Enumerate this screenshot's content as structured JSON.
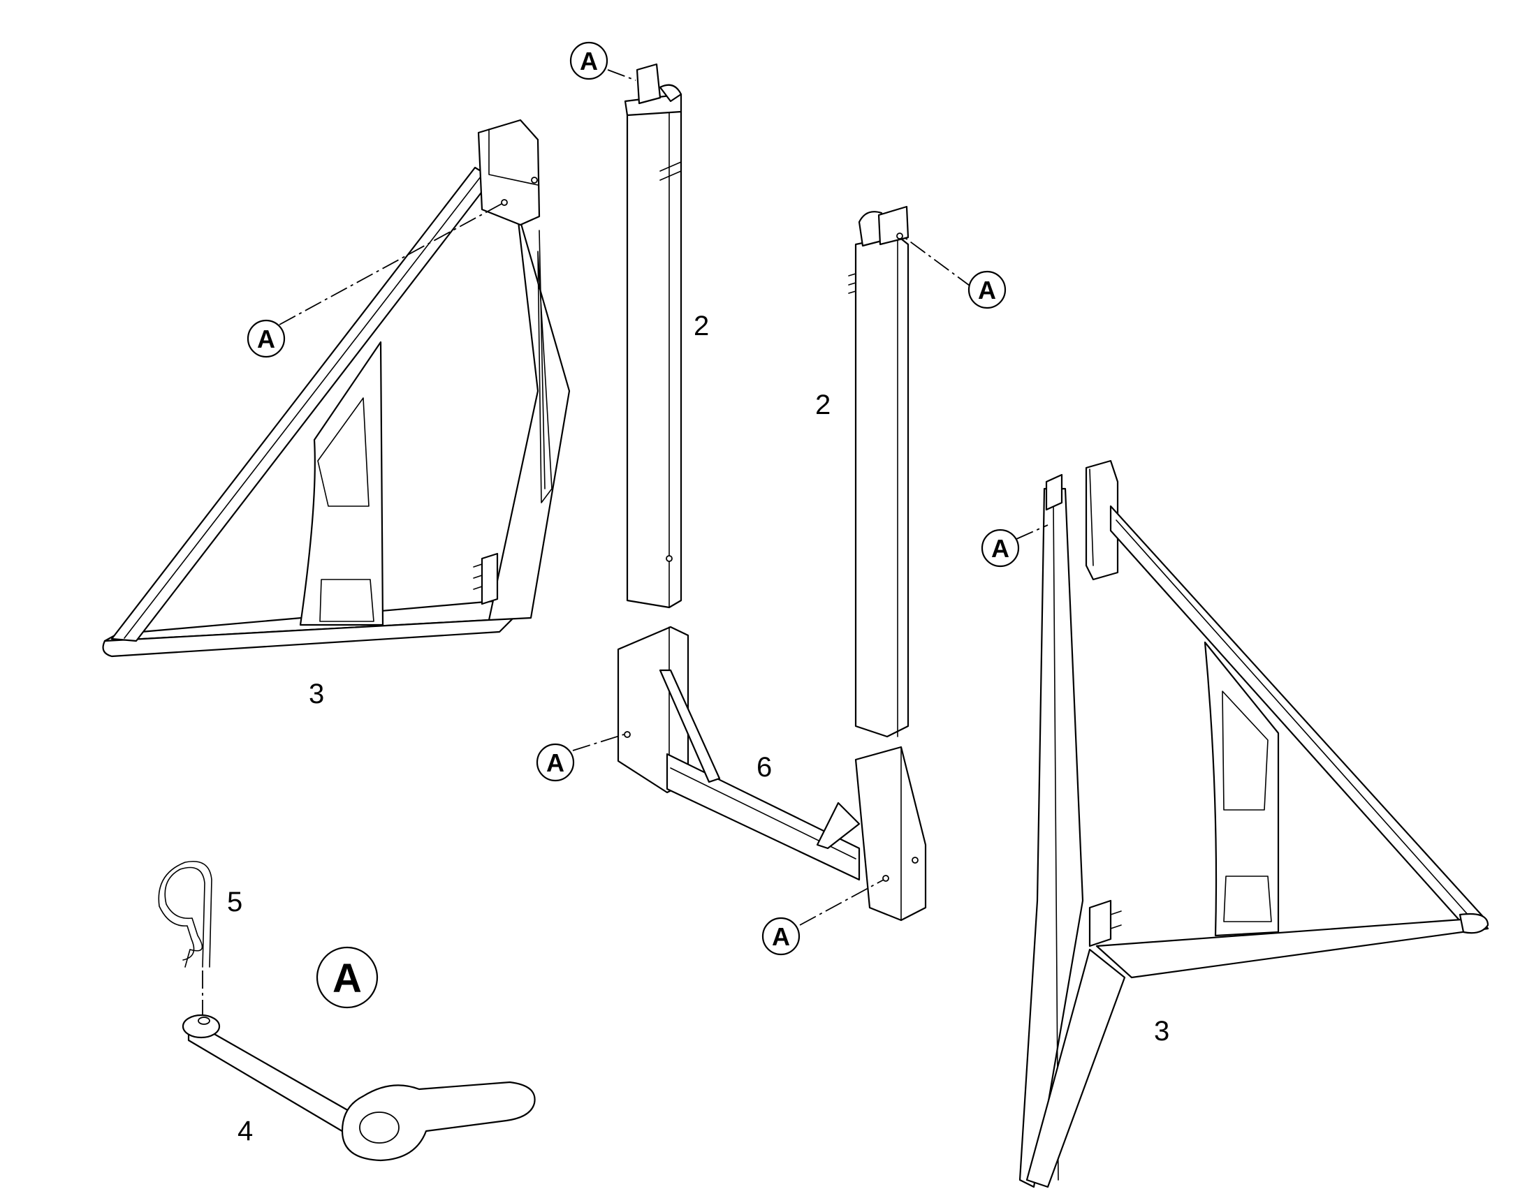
{
  "callout_letter": "A",
  "legend_letter": "A",
  "part_numbers": {
    "post_upper": "2",
    "post_lower": "2",
    "frame_left": "3",
    "frame_right": "3",
    "pin": "4",
    "clip": "5",
    "base": "6"
  },
  "colors": {
    "line": "#000000",
    "background": "#ffffff"
  }
}
